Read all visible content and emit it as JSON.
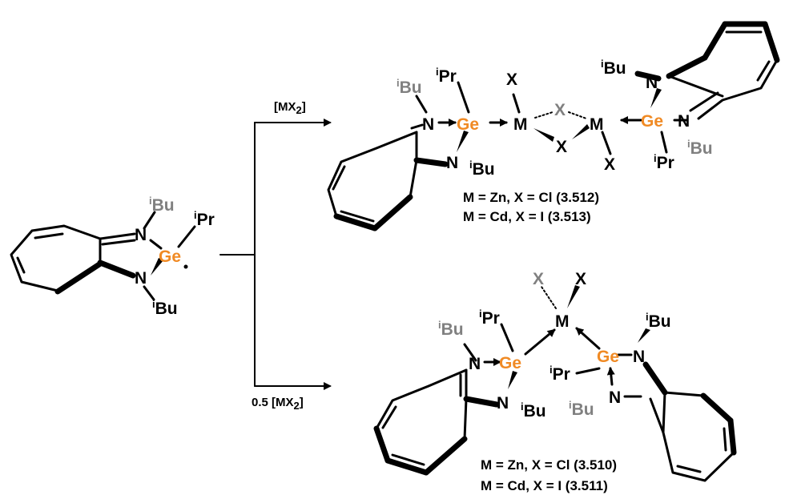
{
  "colors": {
    "germanium": "#f08a24",
    "back_atom": "#808080",
    "bond": "#000000"
  },
  "labels": {
    "ge": "Ge",
    "n": "N",
    "m": "M",
    "x": "X",
    "i": "i",
    "bu": "Bu",
    "pr": "Pr"
  },
  "reactions": [
    {
      "reagent_prefix": "",
      "reagent_main": "[MX",
      "reagent_sub": "2",
      "reagent_end": "]",
      "products": [
        "M = Zn, X = Cl (3.512)",
        "M = Cd, X = I (3.513)"
      ]
    },
    {
      "reagent_prefix": "0.5 ",
      "reagent_main": "[MX",
      "reagent_sub": "2",
      "reagent_end": "]",
      "products": [
        "M = Zn, X = Cl (3.510)",
        "M = Cd, X = I (3.511)"
      ]
    }
  ]
}
